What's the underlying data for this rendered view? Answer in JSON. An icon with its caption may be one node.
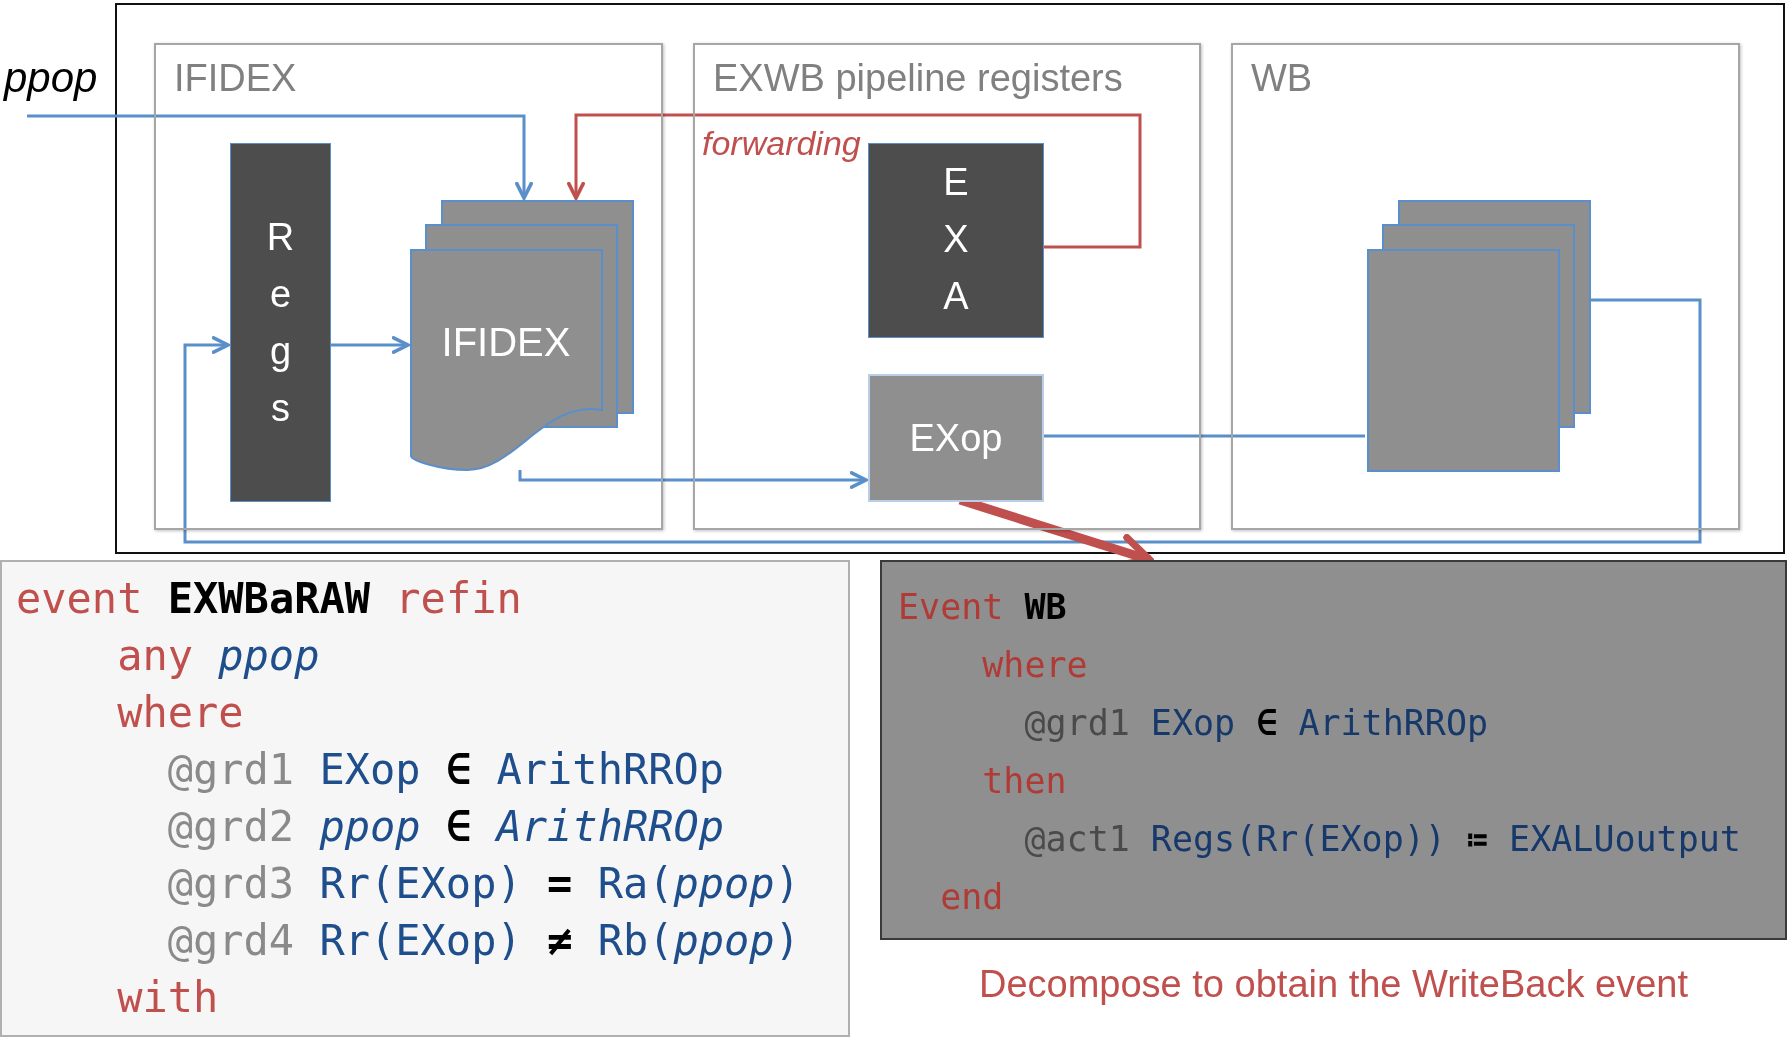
{
  "diagram": {
    "nodes": [
      {
        "text": [
          "IFIDEX"
        ]
      },
      {
        "text": [
          "EXWB pipeline registers"
        ]
      },
      {
        "text": [
          "WB"
        ]
      },
      {
        "text": [
          "Regs"
        ],
        "in": 0
      },
      {
        "text": [
          "IFIDEX"
        ],
        "in": 0
      },
      {
        "text": [
          "EXA"
        ],
        "in": 1
      },
      {
        "text": [
          "EXop"
        ],
        "in": 1
      },
      {
        "text": [],
        "shape": "box",
        "in": 2
      },
      {
        "text": [
          "*ppop*"
        ]
      },
      {
        "text": [
          "Event WB",
          "where",
          "@grd1 EXop ∈ ArithRROp",
          "then",
          "@act1 Regs(Rr(EXop)) ≔ EXALUoutput",
          "end"
        ]
      },
      {
        "text": [
          "event EXWBaRAW refin",
          "any *ppop*",
          "where",
          "@grd1 EXop ∈ ArithRROp",
          "@grd2 *ppop* ∈ *ArithRROp*",
          "@grd3 Rr(EXop) = Ra(*ppop*)",
          "@grd4 Rr(EXop) ≠ Rb(*ppop*)",
          "with"
        ]
      }
    ],
    "edges": [
      {
        "from": 8,
        "to": 4,
        "arrow": "to"
      },
      {
        "from": 3,
        "to": 4,
        "arrow": "to"
      },
      {
        "from": 5,
        "to": 4,
        "arrow": "to",
        "label": "forwarding",
        "color": "#c0504d"
      },
      {
        "from": 4,
        "to": 6,
        "arrow": "to"
      },
      {
        "from": 6,
        "to": 7,
        "arrow": "none"
      },
      {
        "from": 7,
        "to": 3,
        "arrow": "to"
      },
      {
        "from": 6,
        "to": 9,
        "arrow": "to",
        "style": "thick",
        "color": "#c0504d"
      }
    ],
    "labels": [
      "Decompose to obtain the WriteBack event"
    ]
  }
}
